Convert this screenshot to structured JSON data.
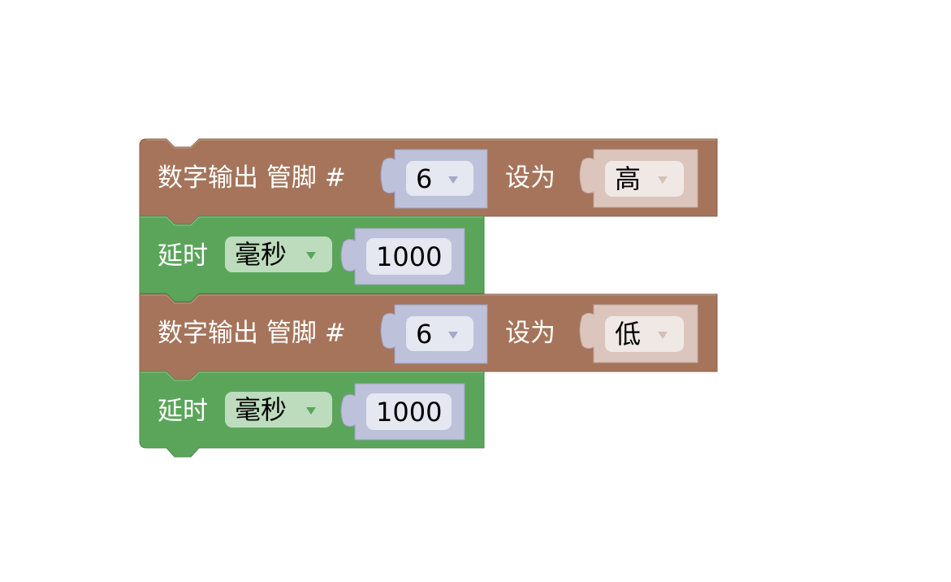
{
  "workspace": {
    "background": "#ffffff"
  },
  "colors": {
    "io_block": "#a5745a",
    "time_block": "#5ba55b",
    "math_value": "#bdc1da",
    "math_field": "#e5e7f1",
    "level_value": "#dcc5bd",
    "level_field": "#f0e8e5",
    "unit_field": "#bddcbd"
  },
  "blocks": [
    {
      "type": "digital_write",
      "label_prefix": "数字输出 管脚 #",
      "pin_value": "6",
      "label_mid": "设为",
      "level_value": "高"
    },
    {
      "type": "delay",
      "label_prefix": "延时",
      "unit_value": "毫秒",
      "duration_value": "1000"
    },
    {
      "type": "digital_write",
      "label_prefix": "数字输出 管脚 #",
      "pin_value": "6",
      "label_mid": "设为",
      "level_value": "低"
    },
    {
      "type": "delay",
      "label_prefix": "延时",
      "unit_value": "毫秒",
      "duration_value": "1000"
    }
  ]
}
